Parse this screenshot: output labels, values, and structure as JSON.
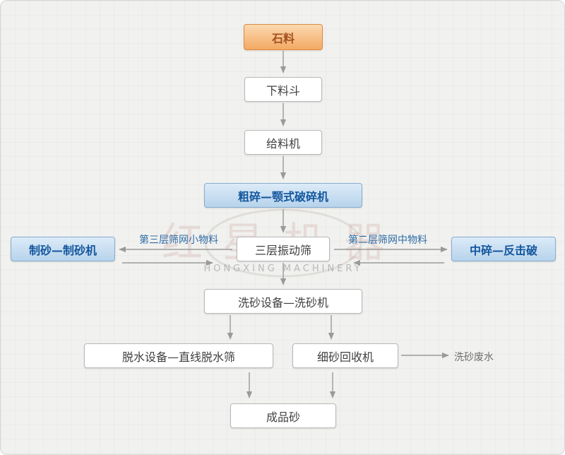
{
  "flow": {
    "stone": "石料",
    "hopper": "下料斗",
    "feeder": "给料机",
    "jaw_crusher": "粗碎—颚式破碎机",
    "vibrating_screen": "三层振动筛",
    "sand_maker": "制砂—制砂机",
    "impact_crusher": "中碎—反击破",
    "sand_washer": "洗砂设备—洗砂机",
    "dewatering_screen": "脱水设备—直线脱水筛",
    "fine_sand_recycler": "细砂回收机",
    "finished_sand": "成品砂",
    "wastewater": "洗砂废水"
  },
  "edge_labels": {
    "third_layer_small": "第三层筛网小物料",
    "second_layer_medium": "第二层筛网中物料"
  },
  "watermark": {
    "cn": "红星机器",
    "en": "HONGXING MACHINERY"
  },
  "colors": {
    "blue_text": "#14579e",
    "blue_box_border": "#86add1",
    "orange_box_border": "#df8a41",
    "arrow": "#9a9a9a"
  }
}
